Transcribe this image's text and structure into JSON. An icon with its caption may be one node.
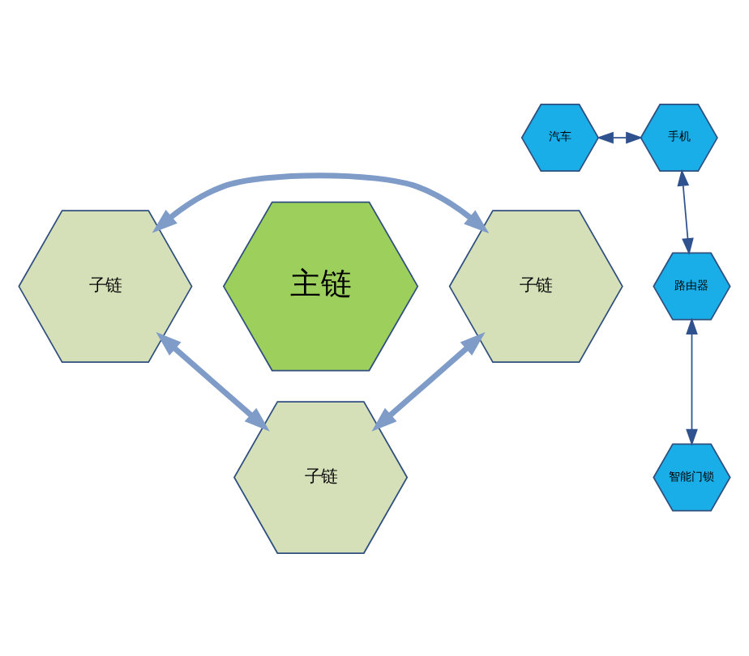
{
  "diagram": {
    "nodes": [
      {
        "text": [
          "主链"
        ]
      },
      {
        "text": [
          "子链"
        ]
      },
      {
        "text": [
          "子链"
        ]
      },
      {
        "text": [
          "子链"
        ]
      },
      {
        "text": [
          "汽车"
        ]
      },
      {
        "text": [
          "手机"
        ]
      },
      {
        "text": [
          "路由器"
        ]
      },
      {
        "text": [
          "智能门锁"
        ]
      }
    ],
    "edges": [
      {
        "from": 1,
        "to": 2,
        "arrow": "both",
        "style": "thick"
      },
      {
        "from": 1,
        "to": 3,
        "arrow": "both",
        "style": "thick"
      },
      {
        "from": 2,
        "to": 3,
        "arrow": "both",
        "style": "thick"
      },
      {
        "from": 4,
        "to": 5,
        "arrow": "both",
        "color": "#2f528f"
      },
      {
        "from": 5,
        "to": 6,
        "arrow": "both",
        "color": "#2f528f"
      },
      {
        "from": 6,
        "to": 7,
        "arrow": "both",
        "color": "#2f528f"
      }
    ]
  }
}
